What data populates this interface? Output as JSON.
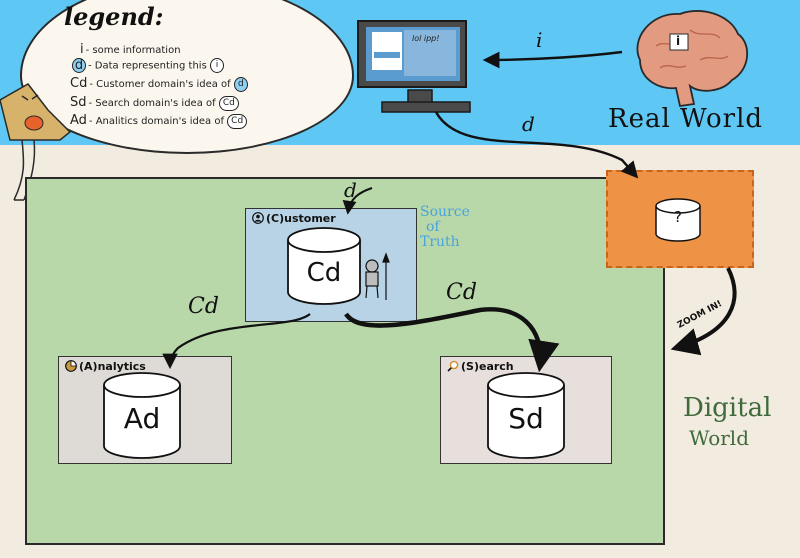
{
  "legend": {
    "title": "legend:",
    "items": [
      {
        "key": "i",
        "text": "- some information"
      },
      {
        "key": "d",
        "text": "- Data representing this",
        "chip": "i"
      },
      {
        "key": "Cd",
        "text": "- Customer domain's idea of",
        "chip": "d"
      },
      {
        "key": "Sd",
        "text": "- Search domain's idea of",
        "chip": "Cd"
      },
      {
        "key": "Ad",
        "text": "- Analitics domain's idea of",
        "chip": "Cd"
      }
    ]
  },
  "monitor": {
    "screen_text": "lol ipp!"
  },
  "real_world_label": "Real World",
  "digital_world_label": {
    "line1": "Digital",
    "line2": "World"
  },
  "arrows": {
    "brain_to_monitor": "i",
    "monitor_to_unknown": "d",
    "incoming_to_customer": "d",
    "customer_to_analytics": "Cd",
    "customer_to_search": "Cd",
    "zoom": "ZOOM IN!"
  },
  "unknown_box": {
    "symbol": "?"
  },
  "source_of_truth": [
    "Source",
    "of",
    "Truth"
  ],
  "domains": {
    "customer": {
      "label": "(C)ustomer",
      "cylinder": "Cd"
    },
    "analytics": {
      "label": "(A)nalytics",
      "cylinder": "Ad"
    },
    "search": {
      "label": "(S)earch",
      "cylinder": "Sd"
    }
  },
  "brain": {
    "badge": "i"
  },
  "colors": {
    "sky": "#5ec7f3",
    "digital_world": "#b9d8a9",
    "customer_box": "#b8d3e6",
    "unknown_box": "#ee9346",
    "source_of_truth": "#4aa3dc"
  }
}
